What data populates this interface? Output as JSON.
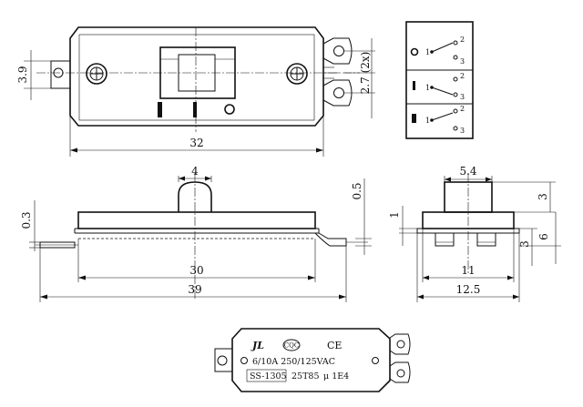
{
  "dimensions": {
    "top_height": "3.9",
    "top_length": "32",
    "top_pin_pitch": "2.7 (2x)",
    "side_knob_width": "4",
    "side_tab_thickness": "0.3",
    "side_gap": "0.5",
    "side_inner_length": "30",
    "side_overall_length": "39",
    "end_knob_width": "5.4",
    "end_step": "1",
    "end_upper_height": "3",
    "end_overall_height": "6",
    "end_lower_height": "3",
    "end_inner_width": "11",
    "end_overall_width": "12.5"
  },
  "schematic": {
    "terminals": [
      "1",
      "2",
      "3"
    ]
  },
  "label": {
    "brand_mark": "JL",
    "cert_mark": "CQC",
    "ce_mark": "CE",
    "rating": "6/10A 250/125VAC",
    "model": "SS-1305",
    "temp_rating": "25T85",
    "cycles": "μ 1E4"
  }
}
